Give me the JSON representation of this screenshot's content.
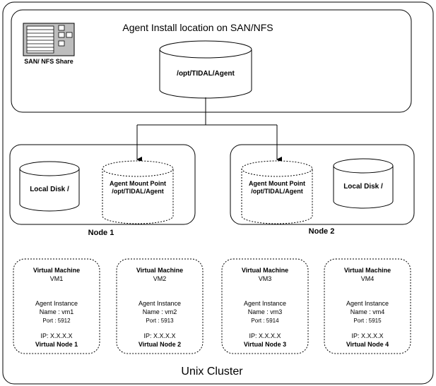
{
  "cluster": {
    "label": "Unix Cluster"
  },
  "san": {
    "title": "Agent Install location on SAN/NFS",
    "share_label": "SAN/ NFS Share",
    "disk_label": "/opt/TIDAL/Agent"
  },
  "nodes": [
    {
      "label": "Node 1",
      "local_disk": "Local Disk /",
      "mount_title": "Agent Mount Point",
      "mount_path": "/opt/TIDAL/Agent"
    },
    {
      "label": "Node 2",
      "local_disk": "Local  Disk /",
      "mount_title": "Agent Mount Point",
      "mount_path": "/opt/TIDAL/Agent"
    }
  ],
  "vms": [
    {
      "title": "Virtual Machine",
      "id": "VM1",
      "instance": "Agent Instance",
      "name": "Name : vm1",
      "port": "Port : 5912",
      "ip": "IP: X.X.X.X",
      "vnode": "Virtual Node 1"
    },
    {
      "title": "Virtual Machine",
      "id": "VM2",
      "instance": "Agent Instance",
      "name": "Name : vm2",
      "port": "Port : 5913",
      "ip": "IP: X.X.X.X",
      "vnode": "Virtual Node 2"
    },
    {
      "title": "Virtual Machine",
      "id": "VM3",
      "instance": "Agent Instance",
      "name": "Name : vm3",
      "port": "Port : 5914",
      "ip": "IP: X.X.X.X",
      "vnode": "Virtual Node 3"
    },
    {
      "title": "Virtual Machine",
      "id": "VM4",
      "instance": "Agent Instance",
      "name": "Name : vm4",
      "port": "Port : 5915",
      "ip": "IP: X.X.X.X",
      "vnode": "Virtual Node 4"
    }
  ]
}
